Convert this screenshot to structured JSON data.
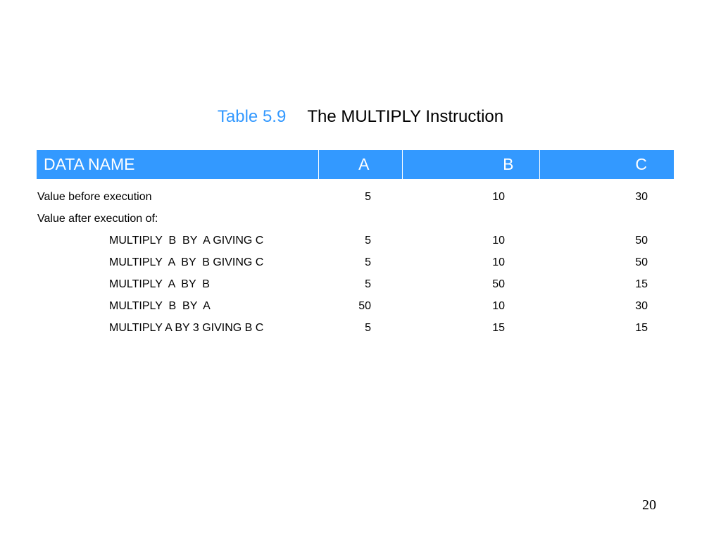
{
  "title": {
    "label": "Table 5.9",
    "text": "The MULTIPLY Instruction"
  },
  "table": {
    "headers": [
      "DATA NAME",
      "A",
      "B",
      "C"
    ],
    "rows": [
      {
        "label": "Value before execution",
        "a": "5",
        "b": "10",
        "c": "30"
      },
      {
        "label": "Value after execution of:",
        "a": "",
        "b": "",
        "c": ""
      },
      {
        "label": "MULTIPLY  B  BY  A GIVING C",
        "a": "5",
        "b": "10",
        "c": "50"
      },
      {
        "label": "MULTIPLY  A  BY  B GIVING C",
        "a": "5",
        "b": "10",
        "c": "50"
      },
      {
        "label": "MULTIPLY  A  BY  B",
        "a": "5",
        "b": "50",
        "c": "15"
      },
      {
        "label": "MULTIPLY  B  BY  A",
        "a": "50",
        "b": "10",
        "c": "30"
      },
      {
        "label": "MULTIPLY A BY 3 GIVING B C",
        "a": "5",
        "b": "15",
        "c": "15"
      }
    ]
  },
  "page_number": "20",
  "colors": {
    "accent": "#3399ff",
    "header_text": "#ffffff"
  }
}
